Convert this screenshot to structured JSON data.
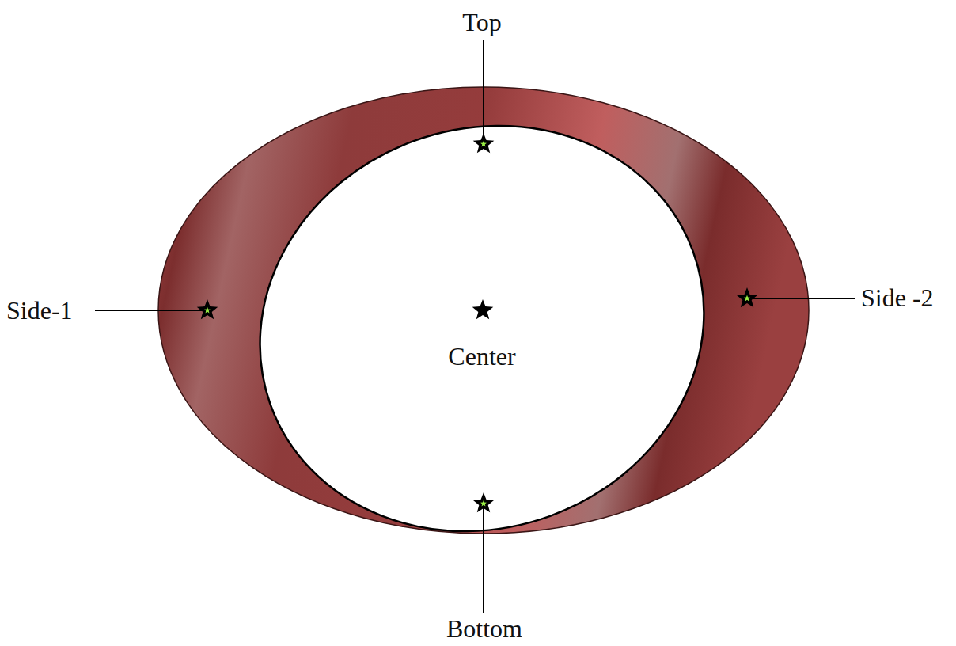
{
  "diagram": {
    "labels": [
      "Top",
      "Side-1",
      "Side -2",
      "Center",
      "Bottom"
    ]
  }
}
